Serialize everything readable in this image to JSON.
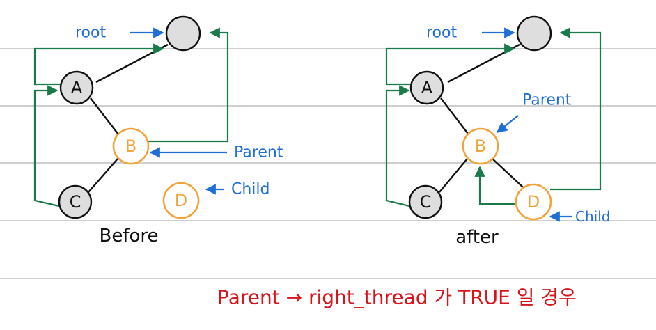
{
  "before": {
    "root_label": "root",
    "nodes": {
      "A": "A",
      "B": "B",
      "C": "C",
      "D": "D"
    },
    "parent_label": "Parent",
    "child_label": "Child",
    "caption": "Before"
  },
  "after": {
    "root_label": "root",
    "nodes": {
      "A": "A",
      "B": "B",
      "C": "C",
      "D": "D"
    },
    "parent_label": "Parent",
    "child_label": "Child",
    "caption": "after"
  },
  "note": "Parent → right_thread 가 TRUE 일 경우",
  "colors": {
    "thread": "#1a7a4a",
    "pointer": "#1f6fd6",
    "highlight": "#f2a33a",
    "note": "#d8141b"
  }
}
